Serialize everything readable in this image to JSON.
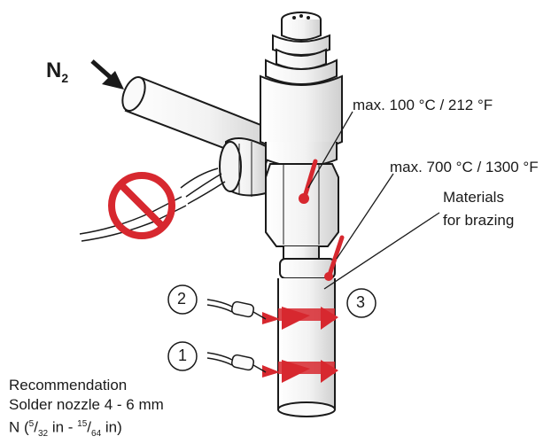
{
  "labels": {
    "gas": "N",
    "gas_sub": "2",
    "max_top": "max. 100 °C / 212 °F",
    "max_mid": "max. 700 °C / 1300 °F",
    "materials_line1": "Materials",
    "materials_line2": "for brazing",
    "callout_2": "2",
    "callout_3": "3",
    "callout_1": "1"
  },
  "recommendation": {
    "line1": "Recommendation",
    "line2": "Solder nozzle 4 - 6 mm",
    "line3_prefix": "N (",
    "frac1_num": "5",
    "frac1_den": "32",
    "mid": " in - ",
    "frac2_num": "15",
    "frac2_den": "64",
    "suffix": " in)"
  },
  "colors": {
    "accent_red": "#d7282f",
    "outline": "#1a1a1a",
    "prohibited": "#d7282f"
  },
  "icons": [
    "nitrogen-arrow-icon",
    "no-flame-prohibited-icon",
    "thermometer-probe-icon"
  ]
}
